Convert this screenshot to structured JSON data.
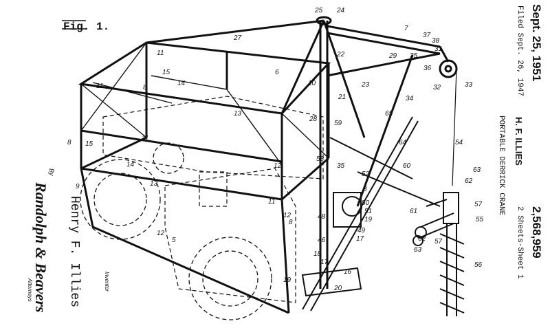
{
  "header": {
    "date": "Sept. 25, 1951",
    "filed": "Filed Sept. 26, 1947",
    "inventor_name": "H. F. ILLIES",
    "title": "PORTABLE DERRICK CRANE",
    "patent_number": "2,568,959",
    "sheets": "2 Sheets-Sheet 1"
  },
  "figure_label": "Fig. 1.",
  "signature_block": {
    "inventor_label": "Inventor",
    "inventor": "Henry F. Illies",
    "by": "By",
    "attorneys_signature": "Randolph & Beavers",
    "attorneys_label": "Attorneys"
  },
  "reference_numerals": [
    "25",
    "24",
    "27",
    "7",
    "37",
    "38",
    "31",
    "11",
    "22",
    "29",
    "35",
    "36",
    "32",
    "33",
    "6",
    "10",
    "23",
    "15",
    "14",
    "8",
    "11",
    "21",
    "34",
    "13",
    "28",
    "65",
    "59",
    "54",
    "8",
    "15",
    "11",
    "64",
    "12",
    "58",
    "60",
    "9",
    "14",
    "13",
    "12",
    "11",
    "35",
    "52",
    "63",
    "62",
    "57",
    "8",
    "50",
    "51",
    "61",
    "55",
    "12",
    "8",
    "48",
    "19",
    "49",
    "62",
    "57",
    "63",
    "5",
    "46",
    "17",
    "56",
    "18",
    "17",
    "20",
    "16",
    "19"
  ]
}
